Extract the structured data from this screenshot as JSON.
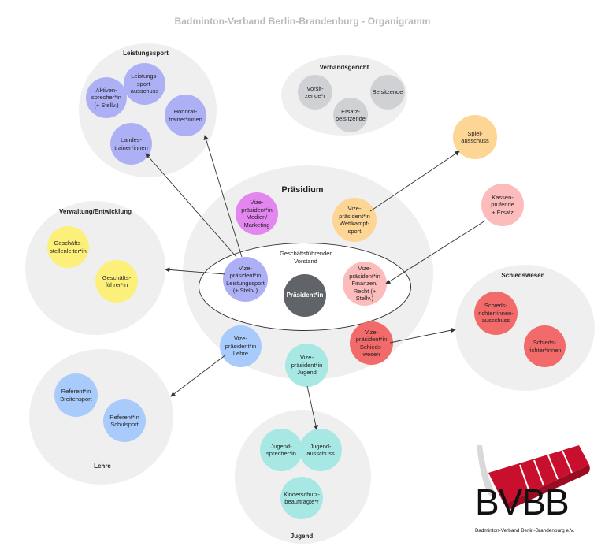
{
  "title": "Badminton-Verband Berlin-Brandenburg - Organigramm",
  "groups": {
    "leistungssport": "Leistungssport",
    "verbandsgericht": "Verbandsgericht",
    "praesidium": "Präsidium",
    "verwaltung": "Verwaltung/Entwicklung",
    "schiedswesen": "Schiedswesen",
    "lehre": "Lehre",
    "jugend": "Jugend"
  },
  "vorstand_label": "Geschäftsführender\nVorstand",
  "nodes": {
    "aktivensprecher": "Aktiven-\nsprecher*in\n(+ Stellv.)",
    "leistungssportausschuss": "Leistungs-\nsport-\nausschuss",
    "honorartrainer": "Honorar-\ntrainer*innen",
    "landestrainer": "Landes-\ntrainer*innen",
    "vorsitzender": "Vorsit-\nzende*r",
    "beisitzende": "Beisitzende",
    "ersatzbeisitzende": "Ersatz-\nbeisitzende",
    "spielausschuss": "Spiel-\nausschuss",
    "kassenpruefende": "Kassen-\nprüfende\n+ Ersatz",
    "vp_medien": "Vize-\npräsident*in\nMedien/\nMarketing",
    "vp_wettkampf": "Vize-\npräsident*in\nWettkampf-\nsport",
    "vp_leistungssport": "Vize-\npräsident*in\nLeistungssport\n(+ Stellv.)",
    "praesident": "Präsident*in",
    "vp_finanzen": "Vize-\npräsident*in\nFinanzen/\nRecht (+\nStellv.)",
    "gs_leiter": "Geschäfts-\nstellenleiter*in",
    "gf": "Geschäfts-\nführer*in",
    "vp_schiedswesen": "Vize-\npräsident*in\nSchieds-\nwesen",
    "schiedsrichterausschuss": "Schieds-\nrichter*innen-\nausschuss",
    "schiedsrichter": "Schieds-\nrichter*innen",
    "vp_lehre": "Vize-\npräsident*in\nLehre",
    "vp_jugend": "Vize-\npräsident*in\nJugend",
    "ref_breitensport": "Referent*in\nBreitensport",
    "ref_schulsport": "Referent*in\nSchulsport",
    "jugendsprecher": "Jugend-\nsprecher*in",
    "jugendausschuss": "Jugend-\nausschuss",
    "kinderschutz": "Kinderschutz-\nbeauftragte*r"
  },
  "logo": {
    "text": "BVBB",
    "subtitle": "Badminton-Verband Berlin-Brandenburg e.V."
  },
  "colors": {
    "group_bg": "#efefef",
    "purple": "#aeb0f5",
    "gray": "#cfd1d4",
    "orange": "#fdd595",
    "pink": "#fcbcbc",
    "magenta": "#e486f0",
    "dark": "#606469",
    "yellow": "#fcf07a",
    "red": "#f26a6a",
    "blue": "#a9cbfb",
    "teal": "#a7e8e4",
    "logo_red": "#c8102e"
  }
}
